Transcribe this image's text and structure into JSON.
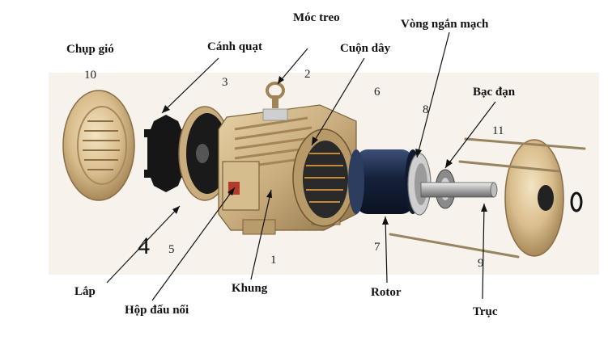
{
  "labels": {
    "chup_gio": "Chụp gió",
    "canh_quat": "Cánh quạt",
    "moc_treo": "Móc treo",
    "cuon_day": "Cuộn dây",
    "vong_ngan_mach": "Vòng ngắn mạch",
    "bac_dan": "Bạc đạn",
    "lap": "Lắp",
    "hop_dau_noi": "Hộp đấu nối",
    "khung": "Khung",
    "rotor": "Rotor",
    "truc": "Trục"
  },
  "numbers": {
    "n1": "1",
    "n2": "2",
    "n3": "3",
    "n4": "4",
    "n5": "5",
    "n6": "6",
    "n7": "7",
    "n8": "8",
    "n9": "9",
    "n10": "10",
    "n11": "11"
  },
  "colors": {
    "bronze": "#c9ad7e",
    "bronze_dark": "#9c7f52",
    "black_part": "#1b1b1b",
    "rotor_blue": "#1f2e4a"
  }
}
